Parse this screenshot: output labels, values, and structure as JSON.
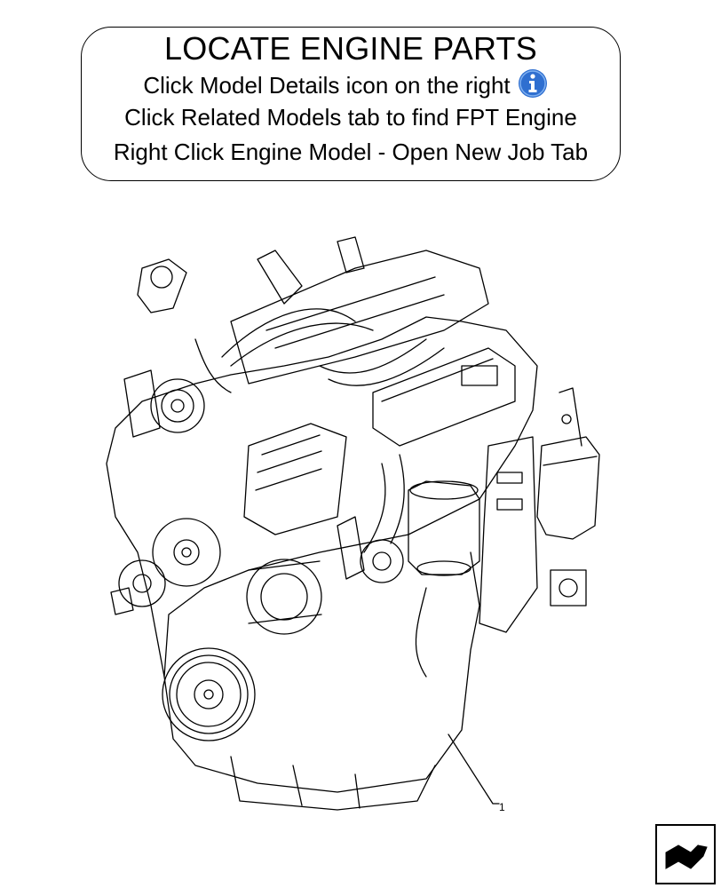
{
  "notice": {
    "title": "LOCATE ENGINE PARTS",
    "line1": "Click Model Details icon on the right",
    "line2": "Click Related Models tab to find FPT Engine",
    "line3": "Right Click Engine Model - Open New Job Tab",
    "info_icon_color": "#2f6fd0"
  },
  "diagram": {
    "callout_label": "1"
  },
  "nav": {
    "icon": "arrow-page-icon"
  }
}
